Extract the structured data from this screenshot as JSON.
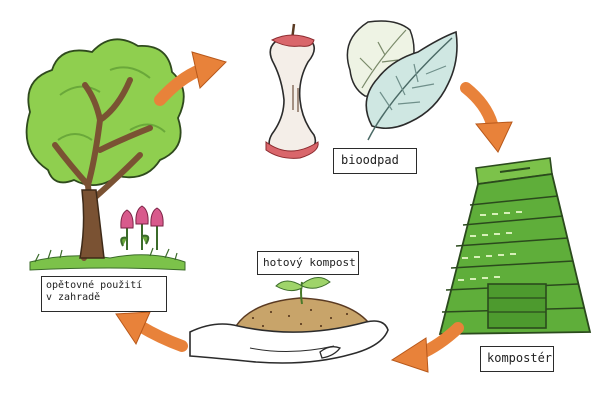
{
  "diagram": {
    "labels": {
      "biowaste": "bioodpad",
      "finished_compost": "hotový kompost",
      "reuse_line1": "opětovné použití",
      "reuse_line2": "v zahradě",
      "composter": "kompostér"
    },
    "colors": {
      "arrow": "#e8823a",
      "tree_leaves": "#8fcf4f",
      "trunk": "#7a5233",
      "leaf": "#cfe7e2",
      "composter": "#5fae3a",
      "apple_core": "#d9666b",
      "soil": "#c8a46a",
      "tulip": "#d85a8c"
    },
    "icons": [
      "tree-icon",
      "apple-core-icon",
      "leaves-icon",
      "composter-icon",
      "hand-with-compost-icon",
      "cycle-arrow-icon"
    ]
  }
}
